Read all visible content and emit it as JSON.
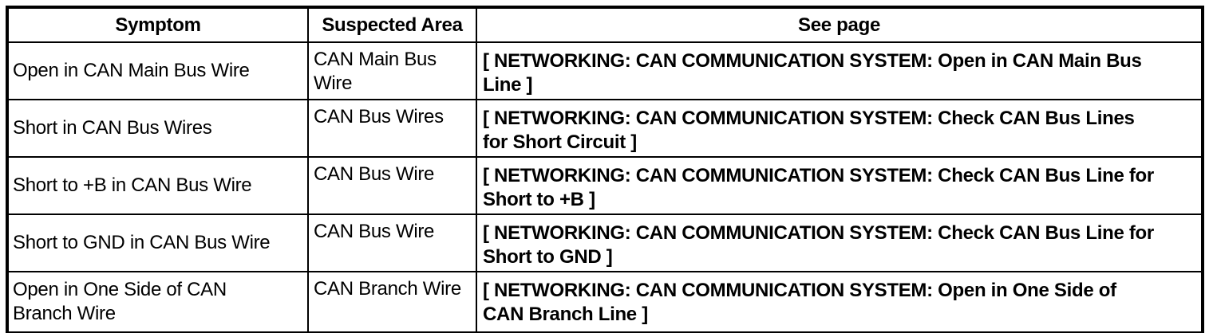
{
  "colors": {
    "background": "#ffffff",
    "text": "#000000",
    "border": "#000000"
  },
  "table": {
    "headers": {
      "symptom": "Symptom",
      "suspected_area": "Suspected Area",
      "see_page": "See page"
    },
    "rows": [
      {
        "symptom": "Open in CAN Main Bus Wire",
        "suspected_area": "CAN Main Bus\nWire",
        "see_page": "[ NETWORKING: CAN COMMUNICATION SYSTEM: Open in CAN Main Bus\nLine ]"
      },
      {
        "symptom": "Short in CAN Bus Wires",
        "suspected_area": "CAN Bus Wires",
        "see_page": "[ NETWORKING: CAN COMMUNICATION SYSTEM: Check CAN Bus Lines\nfor Short Circuit ]"
      },
      {
        "symptom": "Short to +B in CAN Bus Wire",
        "suspected_area": "CAN Bus Wire",
        "see_page": "[ NETWORKING: CAN COMMUNICATION SYSTEM: Check CAN Bus Line for\nShort to +B ]"
      },
      {
        "symptom": "Short to GND in CAN Bus Wire",
        "suspected_area": "CAN Bus Wire",
        "see_page": "[ NETWORKING: CAN COMMUNICATION SYSTEM: Check CAN Bus Line for\nShort to GND ]"
      },
      {
        "symptom": "Open in One Side of CAN\nBranch Wire",
        "suspected_area": "CAN Branch Wire",
        "see_page": "[ NETWORKING: CAN COMMUNICATION SYSTEM: Open in One Side of\nCAN Branch Line ]"
      }
    ]
  }
}
